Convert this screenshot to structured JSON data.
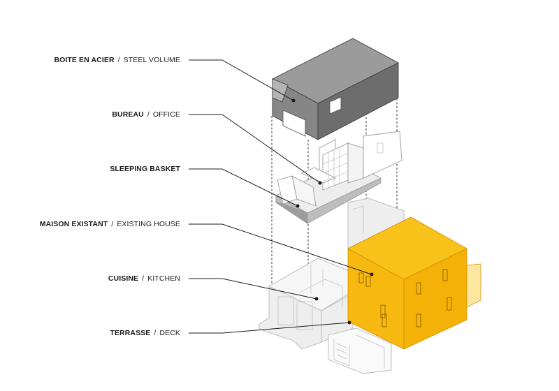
{
  "labels": [
    {
      "key": "steel-volume",
      "fr": "BOITE EN ACIER",
      "sep": "/",
      "en": "STEEL VOLUME"
    },
    {
      "key": "office",
      "fr": "BUREAU",
      "sep": "/",
      "en": "OFFICE"
    },
    {
      "key": "sleeping-basket",
      "fr": "SLEEPING BASKET",
      "sep": "",
      "en": ""
    },
    {
      "key": "existing-house",
      "fr": "MAISON EXISTANT",
      "sep": "/",
      "en": "EXISTING HOUSE"
    },
    {
      "key": "kitchen",
      "fr": "CUISINE",
      "sep": "/",
      "en": "KITCHEN"
    },
    {
      "key": "deck",
      "fr": "TERRASSE",
      "sep": "/",
      "en": "DECK"
    }
  ],
  "colors": {
    "steel_top": "#9b9b9b",
    "steel_side": "#6d6d6d",
    "steel_left": "#868686",
    "house_yellow": "#f7b90f",
    "house_yellow_dark": "#e9a806",
    "line": "#1a1a1a",
    "light_fill": "#eeeeee",
    "light_stroke": "#b8b8b8"
  }
}
